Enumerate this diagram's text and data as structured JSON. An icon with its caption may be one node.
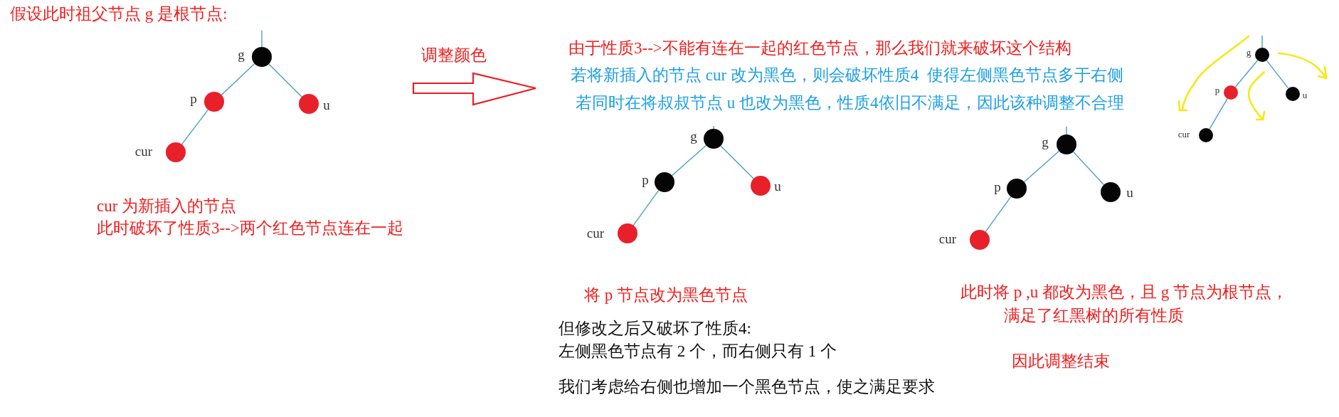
{
  "diagram": {
    "nodes": [
      {
        "text": [],
        "shape": "circle",
        "beside": [
          "g"
        ]
      },
      {
        "text": [],
        "shape": "circle",
        "beside": [
          "p"
        ]
      },
      {
        "text": [],
        "shape": "circle",
        "beside": [
          "u"
        ]
      },
      {
        "text": [],
        "shape": "circle",
        "beside": [
          "cur"
        ]
      },
      {
        "text": [],
        "shape": "circle",
        "beside": [
          "g"
        ]
      },
      {
        "text": [],
        "shape": "circle",
        "beside": [
          "p"
        ]
      },
      {
        "text": [],
        "shape": "circle",
        "beside": [
          "u"
        ]
      },
      {
        "text": [],
        "shape": "circle",
        "beside": [
          "cur"
        ]
      },
      {
        "text": [],
        "shape": "circle",
        "beside": [
          "g"
        ]
      },
      {
        "text": [],
        "shape": "circle",
        "beside": [
          "p"
        ]
      },
      {
        "text": [],
        "shape": "circle",
        "beside": [
          "u"
        ]
      },
      {
        "text": [],
        "shape": "circle",
        "beside": [
          "cur"
        ]
      },
      {
        "text": [],
        "shape": "circle",
        "beside": [
          "g"
        ]
      },
      {
        "text": [],
        "shape": "circle",
        "beside": [
          "p"
        ]
      },
      {
        "text": [],
        "shape": "circle",
        "beside": [
          "u"
        ]
      },
      {
        "text": [],
        "shape": "circle",
        "beside": [
          "cur"
        ]
      }
    ],
    "edges": [
      {
        "from": null,
        "to": 0,
        "arrow": "none"
      },
      {
        "from": 0,
        "to": 1,
        "arrow": "none"
      },
      {
        "from": 0,
        "to": 2,
        "arrow": "none"
      },
      {
        "from": 1,
        "to": 3,
        "arrow": "none"
      },
      {
        "from": null,
        "to": 4,
        "arrow": "none"
      },
      {
        "from": 4,
        "to": 5,
        "arrow": "none"
      },
      {
        "from": 4,
        "to": 6,
        "arrow": "none"
      },
      {
        "from": 5,
        "to": 7,
        "arrow": "none"
      },
      {
        "from": null,
        "to": 8,
        "arrow": "none"
      },
      {
        "from": 8,
        "to": 9,
        "arrow": "none"
      },
      {
        "from": 8,
        "to": 10,
        "arrow": "none"
      },
      {
        "from": 9,
        "to": 11,
        "arrow": "none"
      },
      {
        "from": null,
        "to": 12,
        "arrow": "none"
      },
      {
        "from": 12,
        "to": 13,
        "arrow": "none"
      },
      {
        "from": 12,
        "to": 14,
        "arrow": "none"
      },
      {
        "from": 13,
        "to": 15,
        "arrow": "none"
      }
    ],
    "labels": [
      "假设此时祖父节点 g 是根节点:",
      "cur 为新插入的节点",
      "此时破坏了性质3-->两个红色节点连在一起",
      "调整颜色",
      "由于性质3-->不能有连在一起的红色节点，那么我们就来破坏这个结构",
      "若将新插入的节点 cur 改为黑色，则会破坏性质4  使得左侧黑色节点多于右侧",
      "若同时在将叔叔节点 u 也改为黑色，性质4依旧不满足，因此该种调整不合理",
      "将 p 节点改为黑色节点",
      "但修改之后又破坏了性质4:",
      "左侧黑色节点有 2 个，而右侧只有 1 个",
      "我们考虑给右侧也增加一个黑色节点，使之满足要求",
      "此时将 p ,u 都改为黑色，且 g 节点为根节点，",
      "满足了红黑树的所有性质",
      "因此调整结束"
    ]
  }
}
